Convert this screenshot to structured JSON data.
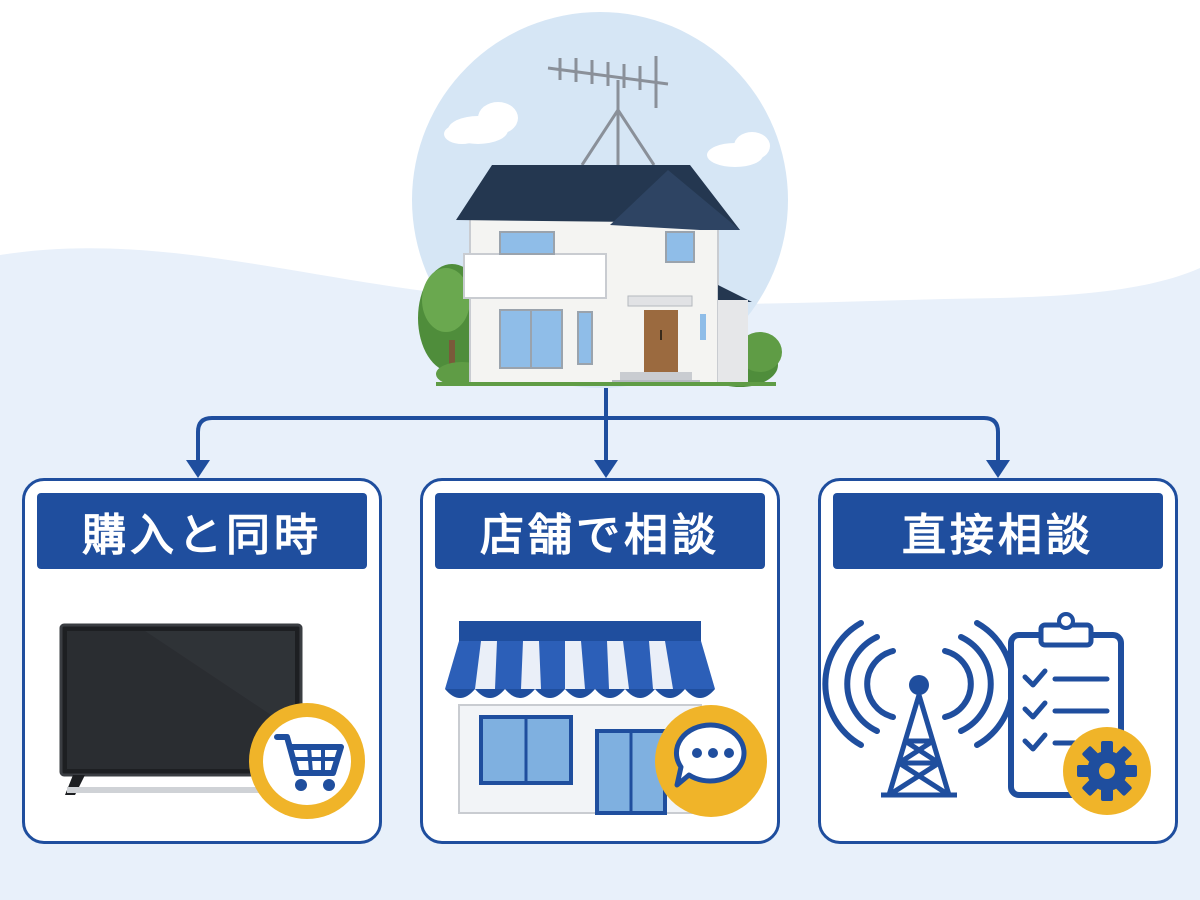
{
  "colors": {
    "primary": "#1f4e9e",
    "accent": "#f0b429",
    "background_wave": "#e8f0fa"
  },
  "house": {
    "icon": "house-with-antenna-icon"
  },
  "cards": [
    {
      "id": "purchase",
      "title": "購入と同時",
      "icon": "tv-icon",
      "badge_icon": "shopping-cart-icon"
    },
    {
      "id": "store",
      "title": "店舗で相談",
      "icon": "storefront-icon",
      "badge_icon": "speech-bubble-icon"
    },
    {
      "id": "direct",
      "title": "直接相談",
      "icon": "broadcast-tower-icon",
      "badge_icon": "clipboard-gear-icon"
    }
  ]
}
